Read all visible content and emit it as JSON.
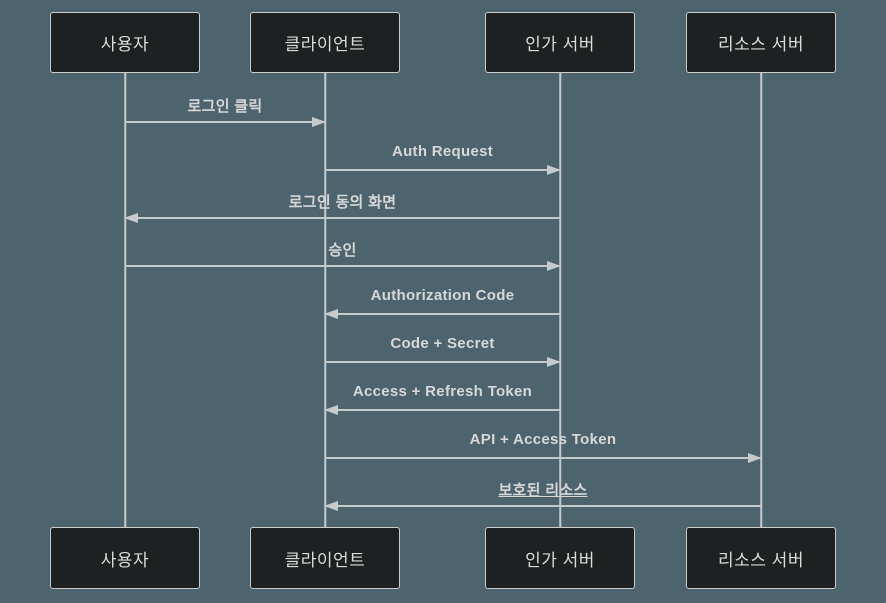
{
  "colors": {
    "background": "#4d636e",
    "actor_fill": "#1e2121",
    "actor_border": "#cccccc",
    "actor_text": "#dcdcdc",
    "line": "#c6caca",
    "message_text": "#d8d8d8"
  },
  "diagram_type": "sequence",
  "actors": [
    {
      "label": "사용자"
    },
    {
      "label": "클라이언트"
    },
    {
      "label": "인가 서버"
    },
    {
      "label": "리소스 서버"
    }
  ],
  "messages": [
    {
      "label": "로그인 클릭",
      "from": "사용자",
      "to": "클라이언트",
      "direction": "right",
      "underline": false
    },
    {
      "label": "Auth Request",
      "from": "클라이언트",
      "to": "인가 서버",
      "direction": "right",
      "underline": false
    },
    {
      "label": "로그인 동의 화면",
      "from": "인가 서버",
      "to": "사용자",
      "direction": "left",
      "underline": false
    },
    {
      "label": "승인",
      "from": "사용자",
      "to": "인가 서버",
      "direction": "right",
      "underline": false
    },
    {
      "label": "Authorization Code",
      "from": "인가 서버",
      "to": "클라이언트",
      "direction": "left",
      "underline": false
    },
    {
      "label": "Code + Secret",
      "from": "클라이언트",
      "to": "인가 서버",
      "direction": "right",
      "underline": false
    },
    {
      "label": "Access + Refresh Token",
      "from": "인가 서버",
      "to": "클라이언트",
      "direction": "left",
      "underline": false
    },
    {
      "label": "API + Access Token",
      "from": "클라이언트",
      "to": "리소스 서버",
      "direction": "right",
      "underline": false
    },
    {
      "label": "보호된 리소스",
      "from": "리소스 서버",
      "to": "클라이언트",
      "direction": "left",
      "underline": true
    }
  ]
}
